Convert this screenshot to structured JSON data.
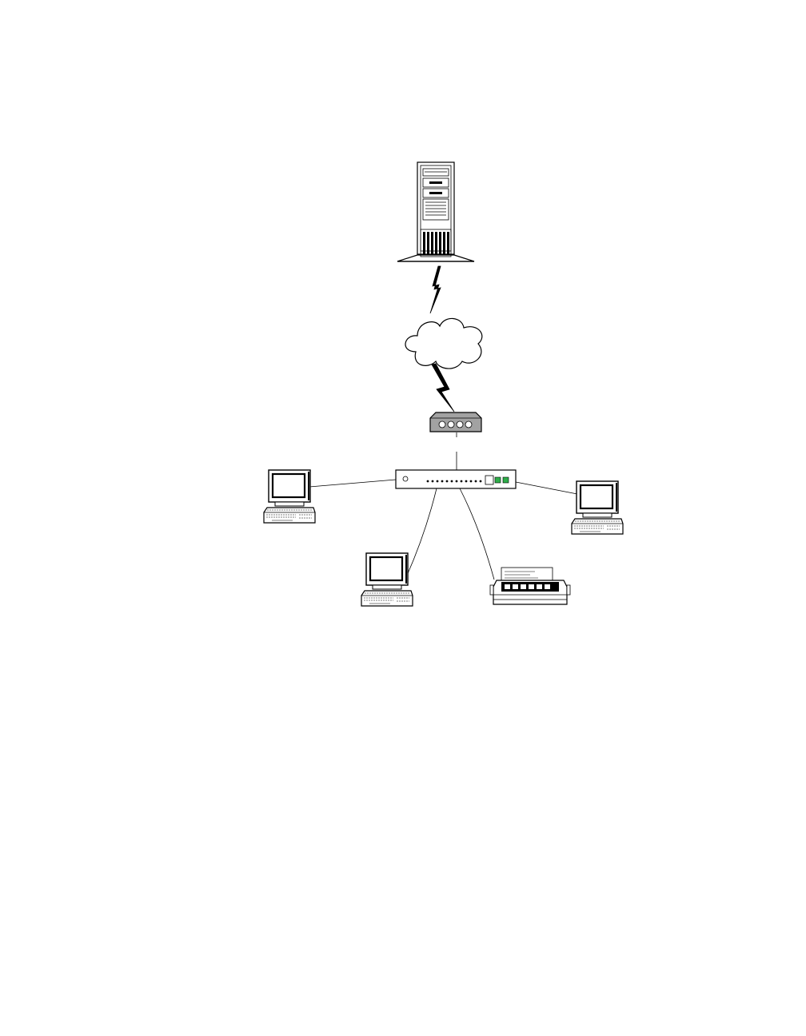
{
  "diagram": {
    "type": "network-topology",
    "nodes": [
      {
        "id": "server",
        "icon": "tower-server-icon"
      },
      {
        "id": "internet",
        "icon": "cloud-icon"
      },
      {
        "id": "modem",
        "icon": "modem-icon"
      },
      {
        "id": "hub",
        "icon": "network-hub-icon"
      },
      {
        "id": "workstation-left",
        "icon": "desktop-computer-icon"
      },
      {
        "id": "workstation-right",
        "icon": "desktop-computer-icon"
      },
      {
        "id": "workstation-bottom",
        "icon": "desktop-computer-icon"
      },
      {
        "id": "printer",
        "icon": "dot-matrix-printer-icon"
      }
    ],
    "links": [
      {
        "from": "server",
        "to": "internet",
        "kind": "wan-lightning"
      },
      {
        "from": "internet",
        "to": "modem",
        "kind": "wan-lightning"
      },
      {
        "from": "modem",
        "to": "hub",
        "kind": "cable"
      },
      {
        "from": "hub",
        "to": "workstation-left",
        "kind": "cable"
      },
      {
        "from": "hub",
        "to": "workstation-right",
        "kind": "cable"
      },
      {
        "from": "hub",
        "to": "workstation-bottom",
        "kind": "cable"
      },
      {
        "from": "hub",
        "to": "printer",
        "kind": "cable"
      }
    ],
    "colors": {
      "line": "#000000",
      "hub_led": "#2fae4a",
      "modem_fill": "#9a9a9a"
    }
  }
}
